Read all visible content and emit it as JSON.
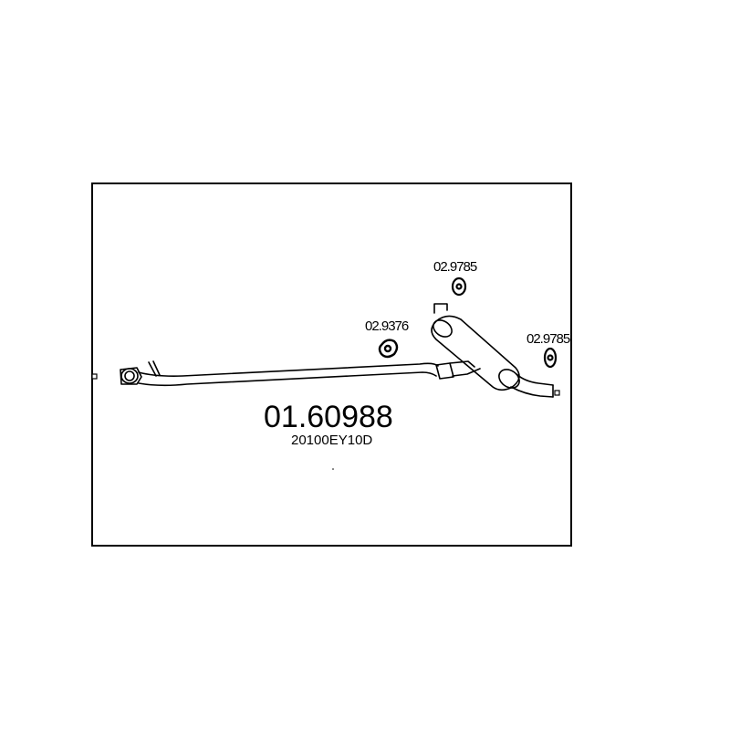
{
  "diagram": {
    "part_number": "01.60988",
    "oem_number": "20100EY10D",
    "callouts": [
      {
        "id": "hanger-top",
        "label": "02.9785",
        "icon": "rubber-hanger-icon"
      },
      {
        "id": "clamp-mid",
        "label": "02.9376",
        "icon": "clamp-ring-icon"
      },
      {
        "id": "hanger-right",
        "label": "02.9785",
        "icon": "rubber-hanger-icon"
      }
    ],
    "colors": {
      "line": "#000000",
      "background": "#ffffff"
    }
  }
}
